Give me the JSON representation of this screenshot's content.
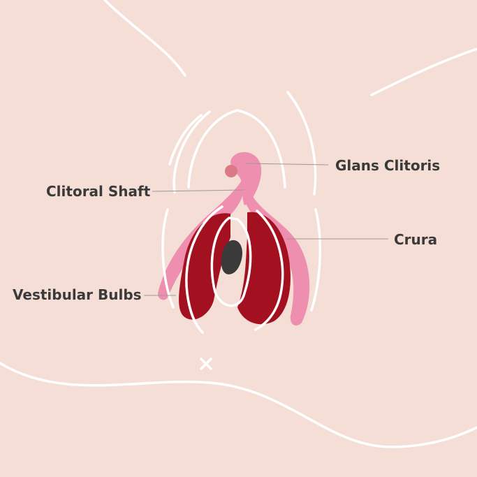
{
  "labels": {
    "glans": "Glans Clitoris",
    "shaft": "Clitoral Shaft",
    "crura": "Crura",
    "bulbs": "Vestibular Bulbs"
  },
  "colors": {
    "background": "#f5ded6",
    "outline": "#ffffff",
    "crura": "#ee8fb0",
    "bulbs": "#a3101f",
    "glans_tip": "#d97a86",
    "opening": "#3a3a3a",
    "text": "#3a3a3a",
    "leader": "#9a9a9a"
  }
}
